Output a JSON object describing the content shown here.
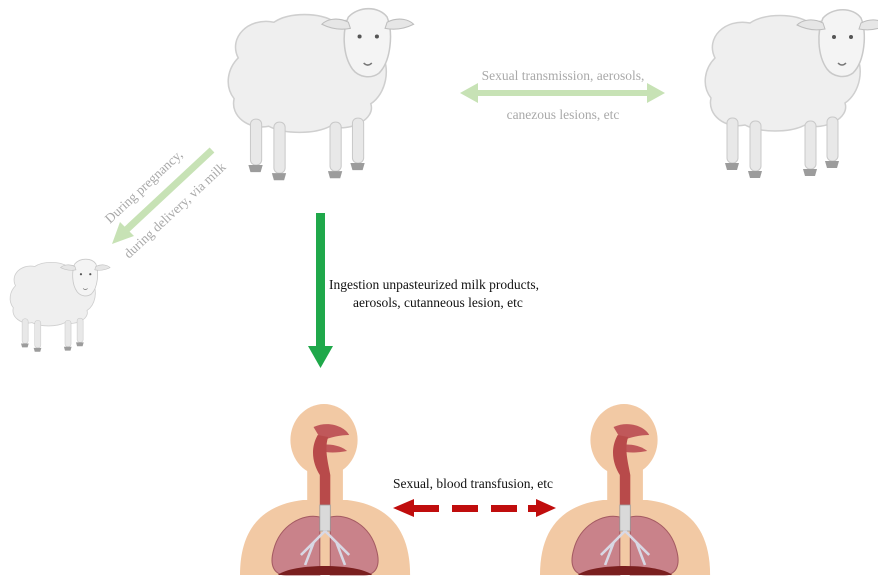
{
  "labels": {
    "sheep_to_sheep_line1": "Sexual transmission, aerosols,",
    "sheep_to_sheep_line2": "canezous lesions, etc",
    "vertical_line1": "During pregnancy,",
    "vertical_line2": "during delivery, via milk",
    "zoonotic_line1": "Ingestion unpasteurized milk products,",
    "zoonotic_line2": "aerosols, cutanneous lesion, etc",
    "human_to_human": "Sexual, blood transfusion, etc"
  },
  "colors": {
    "sheep_wool": "#efefef",
    "sheep_outline": "#c9c9c9",
    "light_green_arrow": "#c7e2b5",
    "green_arrow": "#1fa84a",
    "red_dashed_arrow": "#c00d0d",
    "human_skin": "#f2c9a4",
    "lung": "#c9828a",
    "airway": "#b84a4a"
  }
}
